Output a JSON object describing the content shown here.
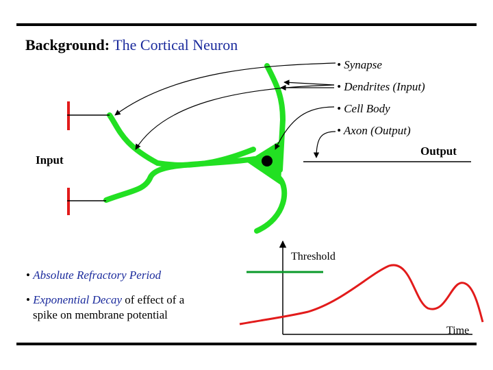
{
  "title": {
    "bold": "Background:",
    "rest": "The Cortical Neuron"
  },
  "neuron_labels": [
    "Synapse",
    "Dendrites (Input)",
    "Cell Body",
    "Axon (Output)"
  ],
  "input_label": "Input",
  "output_label": "Output",
  "plot": {
    "threshold_label": "Threshold",
    "time_label": "Time"
  },
  "notes": {
    "item1": "Absolute Refractory Period",
    "item2_em": "Exponential Decay",
    "item2_rest": "of effect of a",
    "item2_line2": "spike on membrane potential"
  },
  "colors": {
    "dendrite": "#22e022",
    "spike": "#e21b1b",
    "threshold": "#0a9a2a",
    "accent": "#1a2a9c"
  }
}
